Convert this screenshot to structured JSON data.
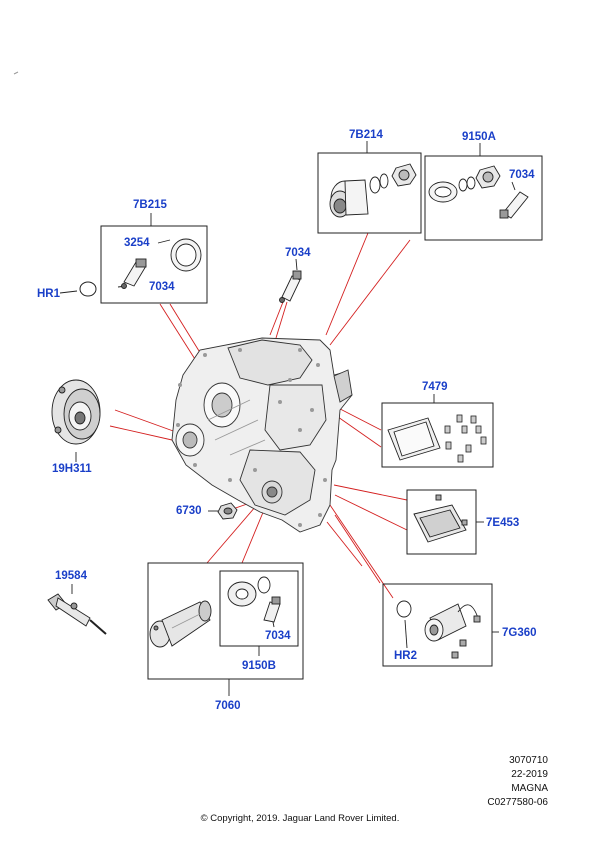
{
  "callouts": {
    "c_7b214": "7B214",
    "c_9150a": "9150A",
    "c_7034_top_right": "7034",
    "c_7b215": "7B215",
    "c_3254": "3254",
    "c_7034_left": "7034",
    "c_hr1": "HR1",
    "c_7034_mid": "7034",
    "c_7479": "7479",
    "c_19h311": "19H311",
    "c_6730": "6730",
    "c_7e453": "7E453",
    "c_19584": "19584",
    "c_7034_bottom": "7034",
    "c_9150b": "9150B",
    "c_7060": "7060",
    "c_hr2": "HR2",
    "c_7g360": "7G360"
  },
  "meta": {
    "number": "3070710",
    "date": "22-2019",
    "supplier": "MAGNA",
    "ref": "C0277580-06"
  },
  "copyright": "© Copyright, 2019. Jaguar Land Rover Limited.",
  "colors": {
    "callout": "#1a3fc8",
    "leader": "#d42020",
    "line": "#222222"
  }
}
